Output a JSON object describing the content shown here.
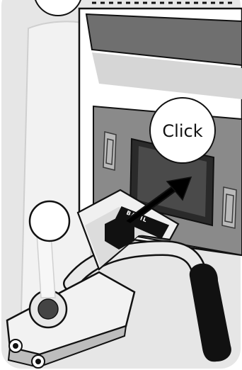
{
  "callout": {
    "label": "Click"
  },
  "bracket": {
    "brand": "BASIL"
  },
  "colors": {
    "panel_fill": "#e6e6e6",
    "outline": "#111111",
    "dark_band": "#6f6f6f",
    "wall": "#8a8a8a",
    "slot": "#3a3a3a",
    "arrow": "#000000",
    "handle": "#111111",
    "callout_bg": "#ffffff"
  },
  "icons": [
    "step-number-circle",
    "push-direction-arrow",
    "lock-key-slot",
    "handle-grip"
  ]
}
